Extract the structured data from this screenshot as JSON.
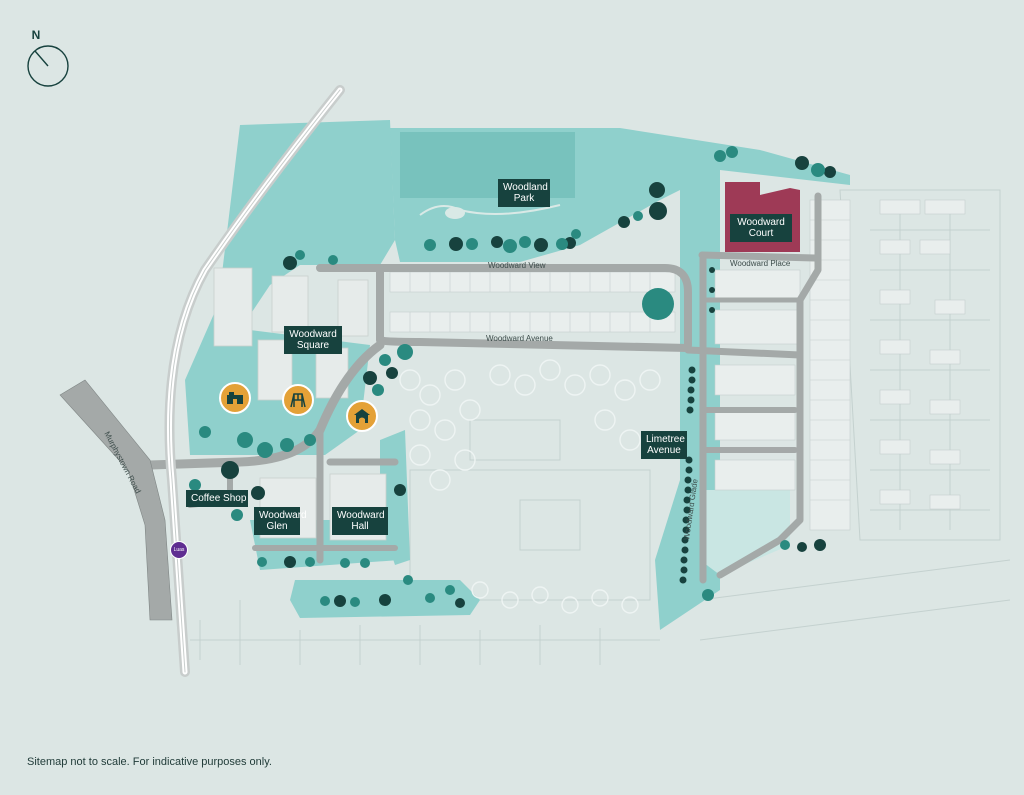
{
  "compass": {
    "letter": "N",
    "icon": "compass-icon"
  },
  "places": {
    "woodland_park": [
      "Woodland",
      "Park"
    ],
    "woodward_court": [
      "Woodward",
      "Court"
    ],
    "woodward_square": [
      "Woodward",
      "Square"
    ],
    "limetree_avenue": [
      "Limetree",
      "Avenue"
    ],
    "coffee_shop": "Coffee Shop",
    "woodward_glen": [
      "Woodward",
      "Glen"
    ],
    "woodward_hall": [
      "Woodward",
      "Hall"
    ]
  },
  "roads": {
    "woodward_view": "Woodward View",
    "woodward_avenue": "Woodward Avenue",
    "woodward_place": "Woodward Place",
    "woodward_glade": "Woodward Glade",
    "murphystown_road": "Murphystown Road"
  },
  "luas_stop": "Luas",
  "amenity_icons": [
    "building-icon",
    "playground-icon",
    "pavilion-icon"
  ],
  "colors": {
    "background": "#dce6e4",
    "green_space": "#8fd0cc",
    "dark_green": "#2a6e68",
    "label_bg": "#17423e",
    "road": "#a4a9a8",
    "court_highlight": "#9e3a56",
    "amenity": "#e4a137",
    "luas": "#5f2d91"
  },
  "disclaimer": "Sitemap not to scale. For indicative purposes only."
}
